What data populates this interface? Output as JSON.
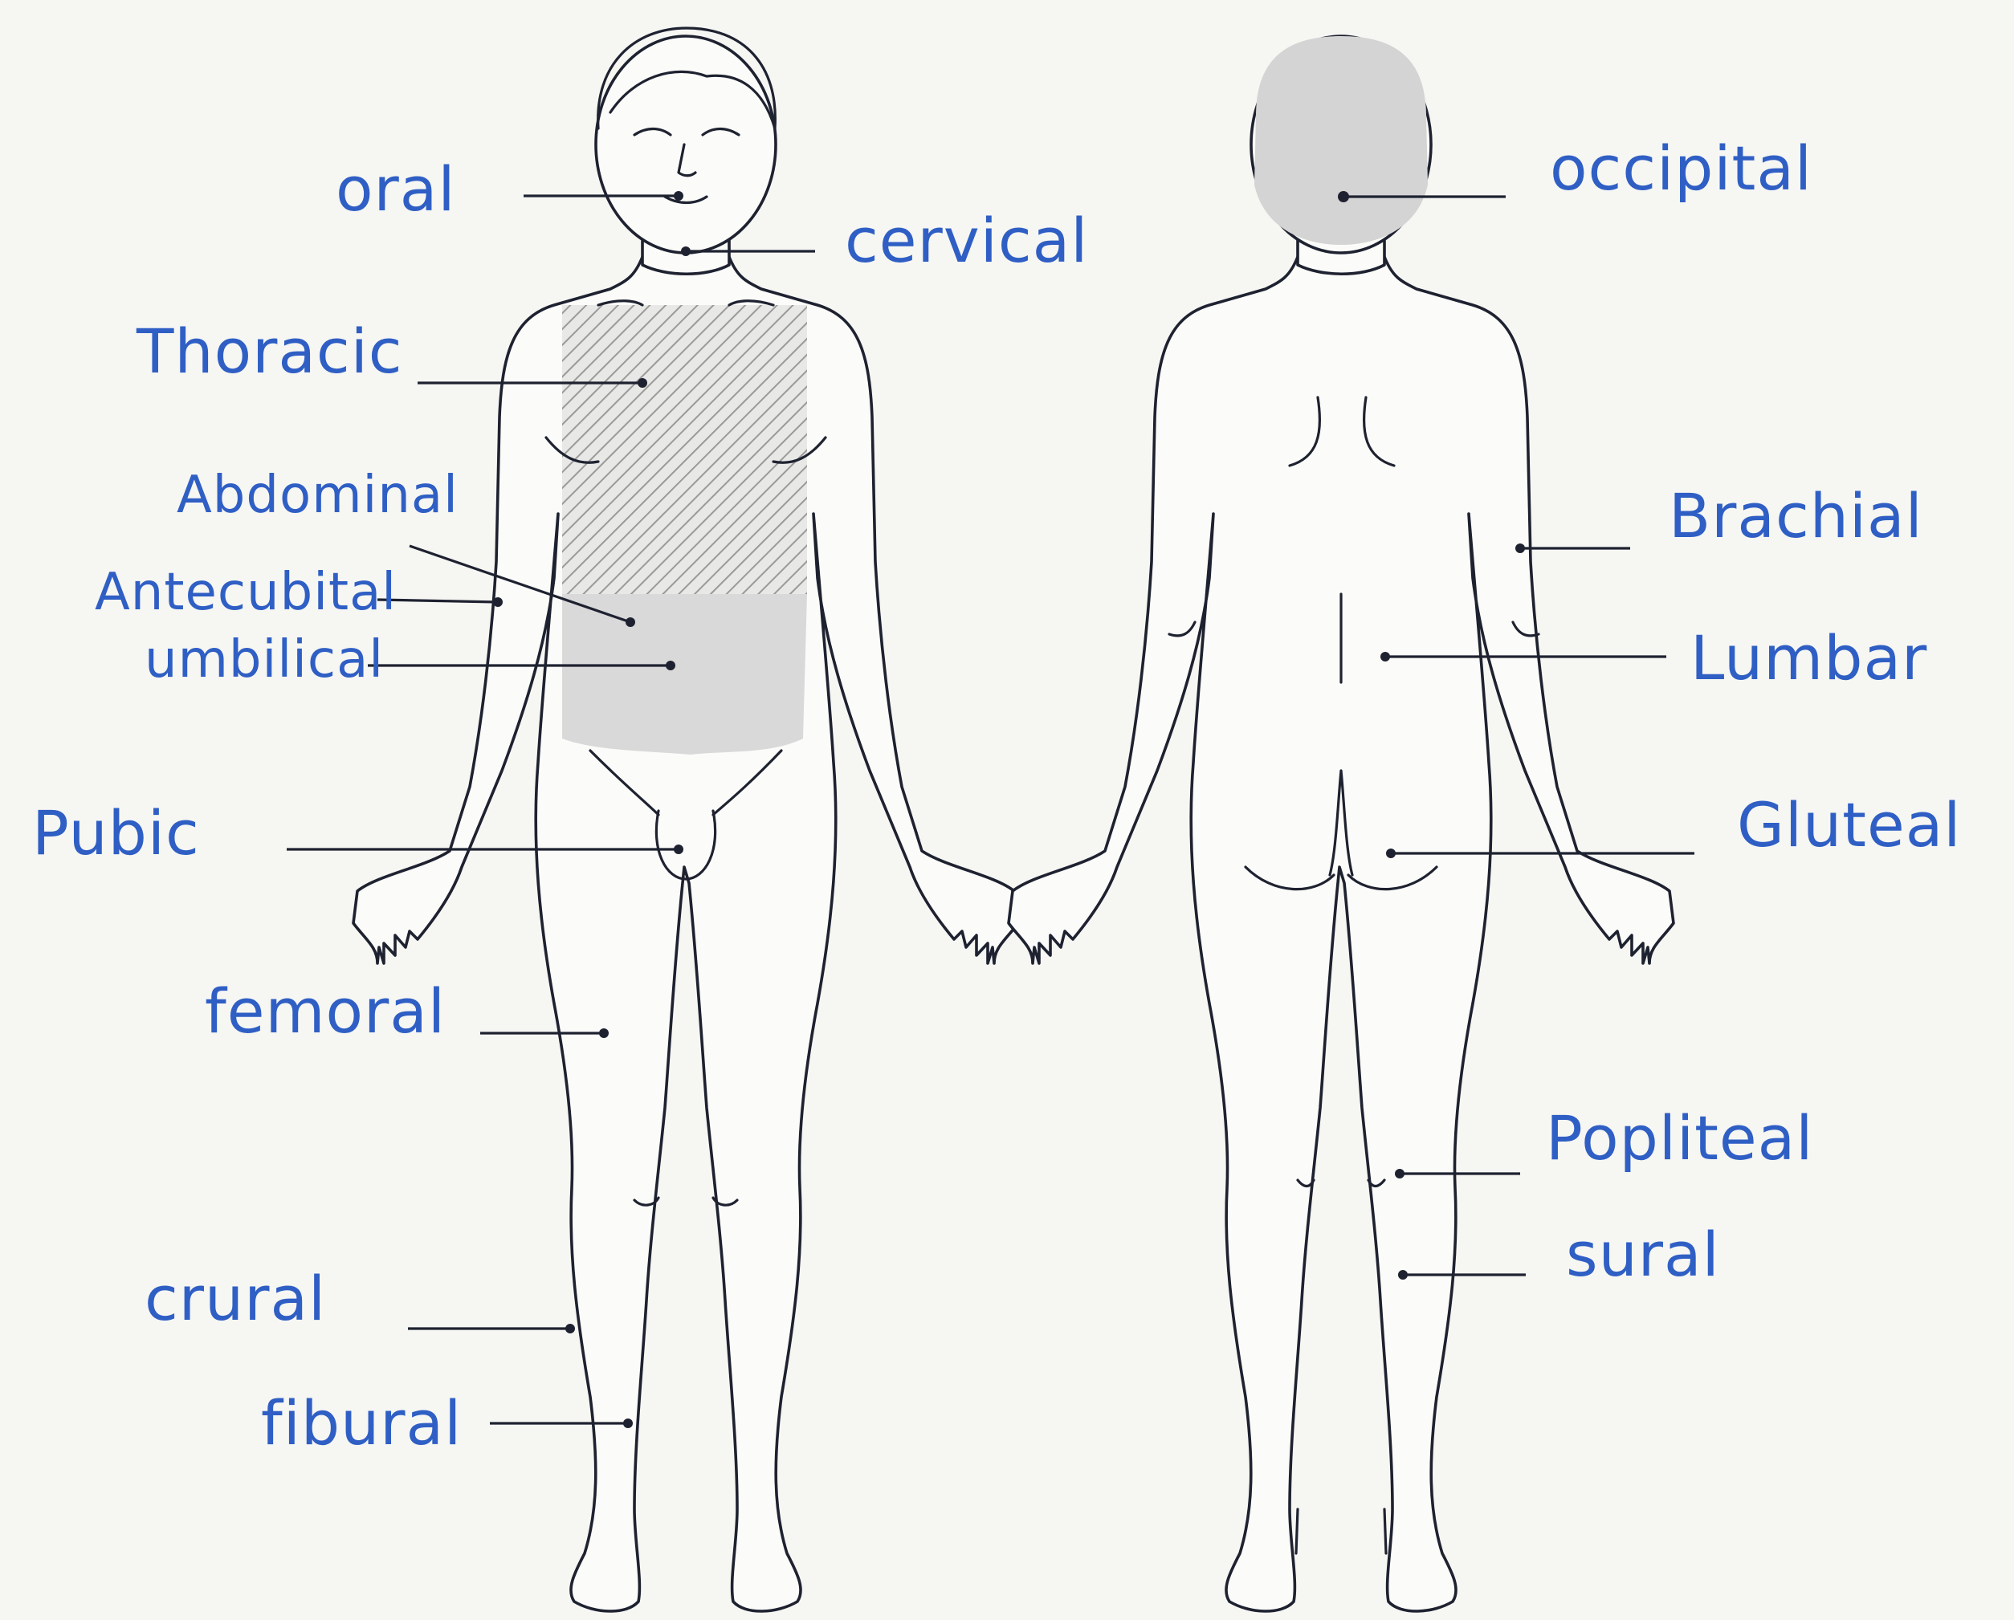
{
  "colors": {
    "ink": "#1e2230",
    "label": "#2f5fc4",
    "shading": "#d9d9d9",
    "paper": "#f6f6f3"
  },
  "anterior_labels": {
    "oral": "oral",
    "cervical": "cervical",
    "thoracic": "Thoracic",
    "abdominal": "Abdominal",
    "antecubital": "Antecubital",
    "umbilical": "umbilical",
    "pubic": "Pubic",
    "femoral": "femoral",
    "crural": "crural",
    "fibural": "fibural"
  },
  "posterior_labels": {
    "occipital": "occipital",
    "brachial": "Brachial",
    "lumbar": "Lumbar",
    "gluteal": "Gluteal",
    "popliteal": "Popliteal",
    "sural": "sural"
  }
}
